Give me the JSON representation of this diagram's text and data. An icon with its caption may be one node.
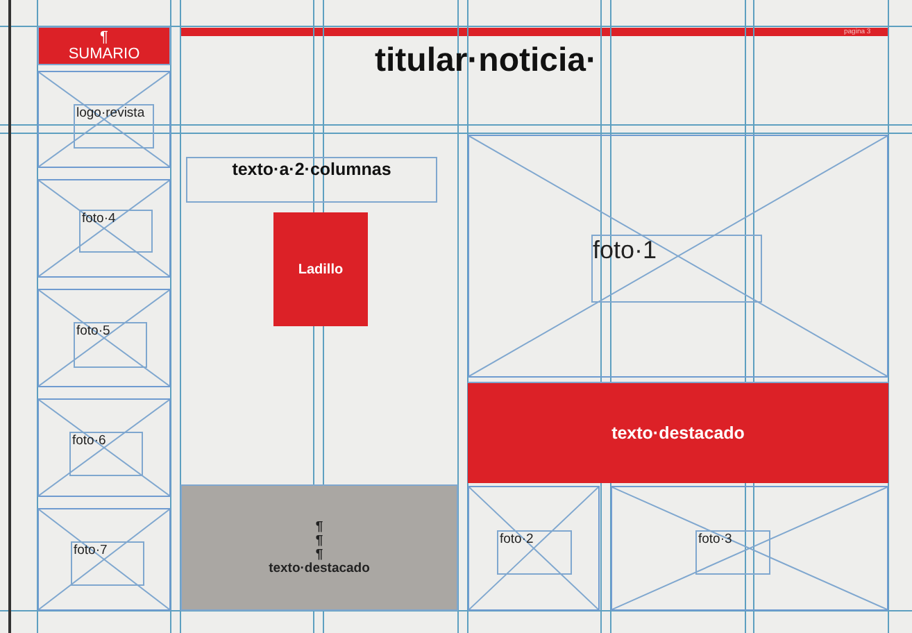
{
  "diagram": {
    "title": "titular·noticia·",
    "nodes": [
      {
        "text": [
          "¶",
          "SUMARIO"
        ]
      },
      {
        "text": [],
        "shape": "box"
      },
      {
        "text": [
          "logo·revista"
        ],
        "in": 1
      },
      {
        "text": [],
        "shape": "box"
      },
      {
        "text": [
          "foto·4"
        ],
        "in": 3
      },
      {
        "text": [],
        "shape": "box"
      },
      {
        "text": [
          "foto·5"
        ],
        "in": 5
      },
      {
        "text": [],
        "shape": "box"
      },
      {
        "text": [
          "foto·6"
        ],
        "in": 7
      },
      {
        "text": [],
        "shape": "box"
      },
      {
        "text": [
          "foto·7"
        ],
        "in": 9
      },
      {
        "text": [
          "texto·a·2·columnas"
        ]
      },
      {
        "text": [
          "Ladillo"
        ]
      },
      {
        "text": [
          "¶",
          "¶",
          "¶",
          "texto·destacado"
        ]
      },
      {
        "text": [],
        "shape": "box"
      },
      {
        "text": [
          "foto·1"
        ],
        "in": 14
      },
      {
        "text": [
          "texto·destacado"
        ]
      },
      {
        "text": [],
        "shape": "box"
      },
      {
        "text": [
          "foto·2"
        ],
        "in": 17
      },
      {
        "text": [],
        "shape": "box"
      },
      {
        "text": [
          "foto·3"
        ],
        "in": 19
      }
    ],
    "labels": [
      "pagina 3"
    ]
  }
}
